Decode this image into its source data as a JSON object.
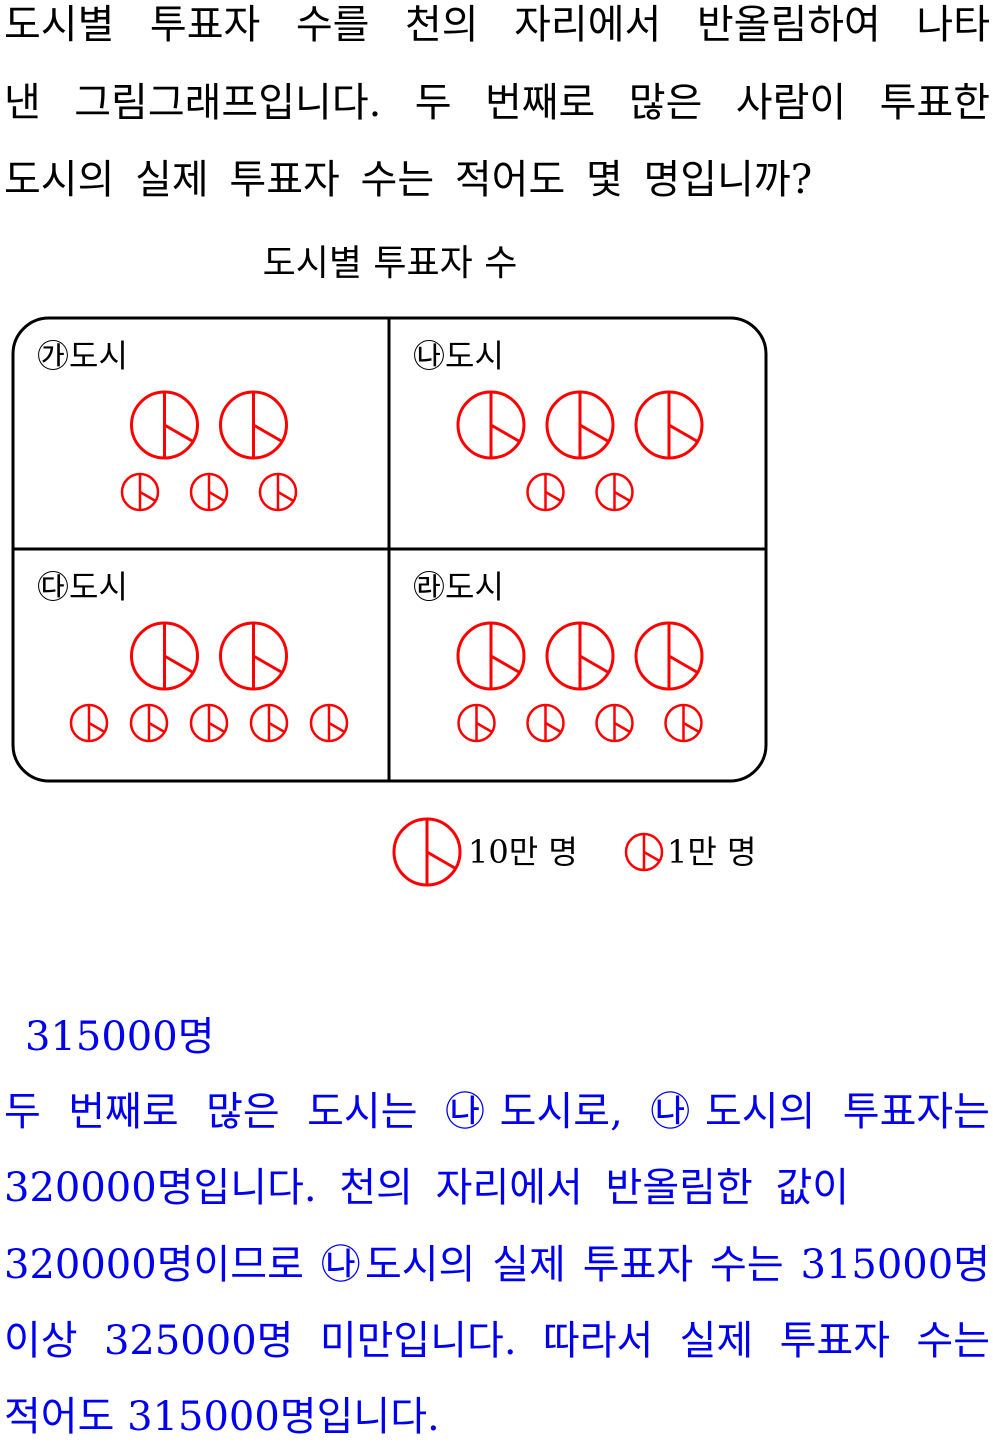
{
  "question": {
    "lines": [
      "도시별 투표자 수를 천의 자리에서 반올림하여 나타",
      "낸 그림그래프입니다. 두 번째로 많은 사람이 투표한",
      "도시의 실제 투표자 수는 적어도 몇 명입니까?"
    ]
  },
  "chart_data": {
    "type": "table",
    "title": "도시별 투표자 수",
    "cities": [
      {
        "label": "㉮도시",
        "big": 2,
        "small": 3
      },
      {
        "label": "㉯도시",
        "big": 3,
        "small": 2
      },
      {
        "label": "㉰도시",
        "big": 2,
        "small": 5
      },
      {
        "label": "㉱도시",
        "big": 3,
        "small": 4
      }
    ],
    "legend": {
      "big_label": "10만 명",
      "small_label": "1만 명",
      "big_value": 100000,
      "small_value": 10000
    },
    "icon": "peace-circle-icon",
    "color": "#ff0000"
  },
  "answer": {
    "value": "315000명",
    "lines": [
      "두 번째로 많은 도시는 ㉯도시로, ㉯도시의 투표자는",
      "320000명입니다. 천의 자리에서 반올림한 값이",
      "320000명이므로 ㉯도시의 실제 투표자 수는 315000명",
      "이상 325000명 미만입니다. 따라서 실제 투표자 수는",
      "적어도 315000명입니다."
    ],
    "color": "#0000ee"
  }
}
